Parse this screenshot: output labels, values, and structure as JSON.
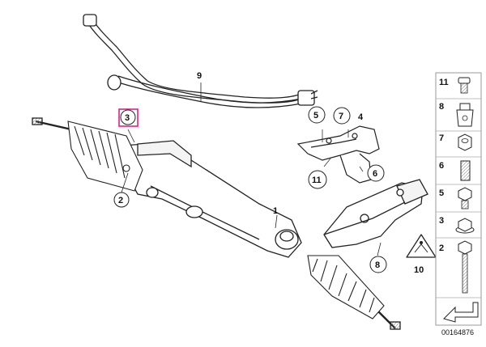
{
  "diagram": {
    "callouts": [
      {
        "id": "c1",
        "label": "1"
      },
      {
        "id": "c2",
        "label": "2"
      },
      {
        "id": "c3",
        "label": "3"
      },
      {
        "id": "c4",
        "label": "4"
      },
      {
        "id": "c5",
        "label": "5"
      },
      {
        "id": "c6",
        "label": "6"
      },
      {
        "id": "c7",
        "label": "7"
      },
      {
        "id": "c8",
        "label": "8"
      },
      {
        "id": "c9",
        "label": "9"
      },
      {
        "id": "c10",
        "label": "10"
      },
      {
        "id": "c11",
        "label": "11"
      }
    ],
    "highlight_color": "#e0208a",
    "side_panel": [
      "11",
      "8",
      "7",
      "6",
      "5",
      "3",
      "2"
    ],
    "doc_number": "00164876"
  }
}
